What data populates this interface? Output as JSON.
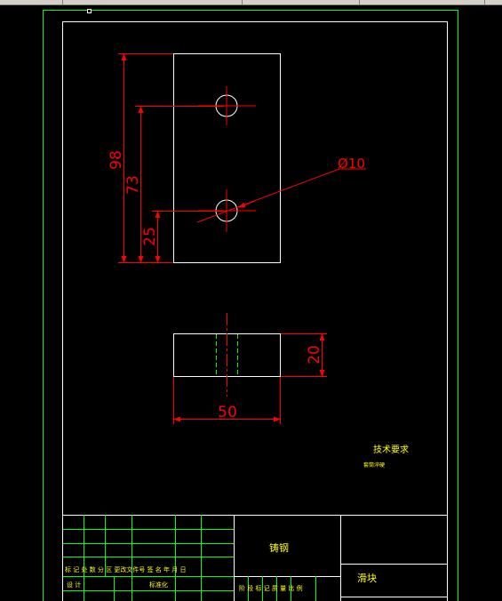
{
  "colors": {
    "background": "#000000",
    "part": "#ffffff",
    "dimension": "#ff0000",
    "border": "#00ff00",
    "text": "#ffff00",
    "center": "#ff0000"
  },
  "dimensions": {
    "height_total": "98",
    "hole_top": "73",
    "hole_bottom": "25",
    "hole_diameter": "Ø10",
    "thickness": "20",
    "width": "50"
  },
  "notes": {
    "tech_requirements": "技术要求",
    "tech_note": "套筒淬硬"
  },
  "title_block": {
    "material": "铸钢",
    "part_name": "滑块",
    "row_labels": "标 记 处 数 分 区 更改文件号 签 名 年 月 日",
    "design": "设 计",
    "standardization": "标准化",
    "stage_labels": "阶 段 标 记 质 量 比 例"
  }
}
